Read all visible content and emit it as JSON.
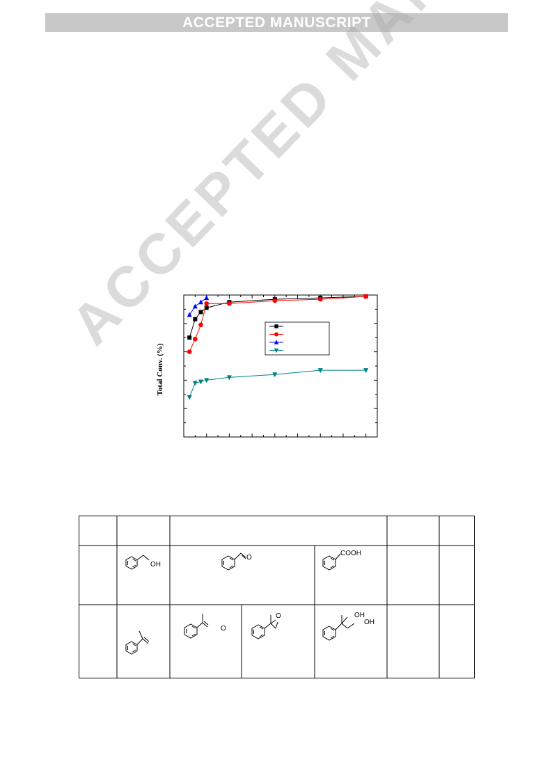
{
  "header": {
    "banner_text": "ACCEPTED MANUSCRIPT"
  },
  "watermark": {
    "text": "ACCEPTED MANUSCRIPT"
  },
  "figure": {
    "colors": {
      "black": "#000000",
      "red": "#ff0000",
      "blue": "#0000ff",
      "teal": "#008080"
    }
  },
  "chart_data": {
    "type": "line",
    "title": "",
    "xlabel": "",
    "ylabel": "Total Conv. (%)",
    "legend_placement": "top-right",
    "series": [
      {
        "color": "#000000",
        "marker": "square",
        "x": [
          0.5,
          1,
          1.5,
          2,
          4,
          8,
          12,
          16
        ],
        "y": [
          70,
          83,
          88,
          91,
          95,
          97,
          98,
          99
        ]
      },
      {
        "color": "#ff0000",
        "marker": "circle",
        "x": [
          0.5,
          1,
          1.5,
          2,
          4,
          8,
          12,
          16
        ],
        "y": [
          60,
          69,
          79,
          94,
          94,
          96,
          97,
          99
        ]
      },
      {
        "color": "#0000ff",
        "marker": "triangle-up",
        "x": [
          0.5,
          1,
          1.5,
          2
        ],
        "y": [
          86,
          92,
          95,
          98
        ]
      },
      {
        "color": "#008080",
        "marker": "triangle-down",
        "x": [
          0.5,
          1,
          1.5,
          2,
          4,
          8,
          12,
          16
        ],
        "y": [
          28,
          38,
          39,
          40,
          42,
          44,
          47,
          47
        ]
      }
    ],
    "xlim": [
      0,
      17
    ],
    "ylim": [
      0,
      100
    ]
  },
  "scheme": {
    "oh_label": "OH",
    "cooh_label": "COOH",
    "o_label": "O",
    "diol_oh_top": "OH",
    "diol_oh_right": "OH"
  }
}
